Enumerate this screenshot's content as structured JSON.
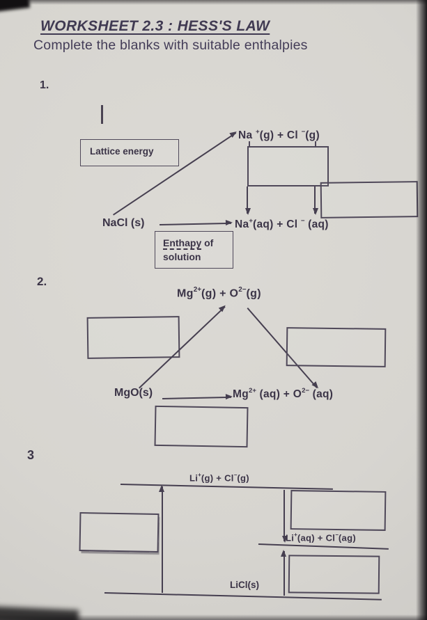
{
  "photo": {
    "paper_color": "#d7d5d0",
    "ink_color": "#3b3447",
    "edge_color": "#141214"
  },
  "header": {
    "title": "WORKSHEET 2.3 : HESS'S LAW",
    "subtitle": "Complete the blanks with suitable enthalpies"
  },
  "sections": [
    {
      "number": "1.",
      "lattice_label": "Lattice energy",
      "enthalpy_label": {
        "underlined": "Enthapy",
        "rest": " of",
        "line2": "solution"
      },
      "formulas": {
        "gas": [
          [
            "t",
            "Na "
          ],
          [
            "s",
            "+"
          ],
          [
            "t",
            "(g)  +  Cl "
          ],
          [
            "s",
            "−"
          ],
          [
            "t",
            "(g)"
          ]
        ],
        "solid": [
          [
            "t",
            "NaCl (s)"
          ]
        ],
        "aq": [
          [
            "t",
            "Na"
          ],
          [
            "s",
            "+"
          ],
          [
            "t",
            "(aq)  + Cl "
          ],
          [
            "s",
            "−"
          ],
          [
            "t",
            " (aq)"
          ]
        ]
      }
    },
    {
      "number": "2.",
      "formulas": {
        "gas": [
          [
            "t",
            "Mg"
          ],
          [
            "s",
            "2+"
          ],
          [
            "t",
            "(g)  +  O"
          ],
          [
            "s",
            "2−"
          ],
          [
            "t",
            "(g)"
          ]
        ],
        "solid": [
          [
            "t",
            "MgO(s)"
          ]
        ],
        "aq": [
          [
            "t",
            "Mg"
          ],
          [
            "s",
            "2+"
          ],
          [
            "t",
            " (aq)  + O"
          ],
          [
            "s",
            "2−"
          ],
          [
            "t",
            " (aq)"
          ]
        ]
      }
    },
    {
      "number": "3",
      "formulas": {
        "gas": [
          [
            "t",
            "Li"
          ],
          [
            "s",
            "+"
          ],
          [
            "t",
            "(g)  +  Cl"
          ],
          [
            "s",
            "−"
          ],
          [
            "t",
            "(g)"
          ]
        ],
        "aq": [
          [
            "t",
            "Li"
          ],
          [
            "s",
            "+"
          ],
          [
            "t",
            "(aq)  +   Cl"
          ],
          [
            "s",
            "−"
          ],
          [
            "t",
            "(ag)"
          ]
        ],
        "solid": [
          [
            "t",
            "LiCl(s)"
          ]
        ]
      }
    }
  ]
}
